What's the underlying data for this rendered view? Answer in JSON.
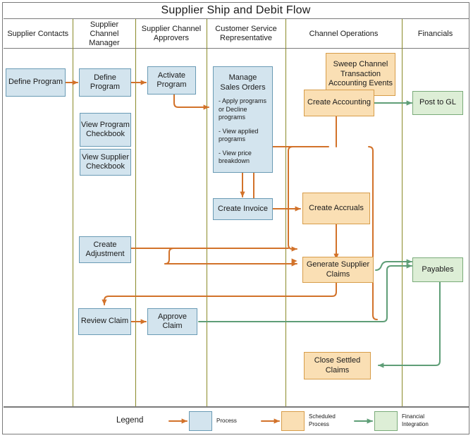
{
  "diagram": {
    "title": "Supplier Ship and Debit Flow",
    "lanes": [
      {
        "id": "supplier-contacts",
        "label": "Supplier Contacts"
      },
      {
        "id": "supplier-channel-manager",
        "label": "Supplier Channel Manager"
      },
      {
        "id": "supplier-channel-approvers",
        "label": "Supplier Channel Approvers"
      },
      {
        "id": "customer-service-representative",
        "label": "Customer Service Representative"
      },
      {
        "id": "channel-operations",
        "label": "Channel Operations"
      },
      {
        "id": "financials",
        "label": "Financials"
      }
    ],
    "nodes": [
      {
        "id": "define-program-contacts",
        "label": "Define Program",
        "type": "process",
        "lane": "supplier-contacts"
      },
      {
        "id": "define-program-manager",
        "label": "Define Program",
        "type": "process",
        "lane": "supplier-channel-manager"
      },
      {
        "id": "view-program-checkbook",
        "label": "View Program Checkbook",
        "type": "process",
        "lane": "supplier-channel-manager"
      },
      {
        "id": "view-supplier-checkbook",
        "label": "View Supplier Checkbook",
        "type": "process",
        "lane": "supplier-channel-manager"
      },
      {
        "id": "create-adjustment",
        "label": "Create Adjustment",
        "type": "process",
        "lane": "supplier-channel-manager"
      },
      {
        "id": "review-claim",
        "label": "Review Claim",
        "type": "process",
        "lane": "supplier-channel-manager"
      },
      {
        "id": "activate-program",
        "label": "Activate Program",
        "type": "process",
        "lane": "supplier-channel-approvers"
      },
      {
        "id": "approve-claim",
        "label": "Approve Claim",
        "type": "process",
        "lane": "supplier-channel-approvers"
      },
      {
        "id": "manage-sales-orders",
        "label": "Manage Sales Orders",
        "type": "process",
        "lane": "customer-service-representative",
        "items": [
          "- Apply programs or Decline programs",
          "- View applied programs",
          "- View price breakdown"
        ]
      },
      {
        "id": "create-invoice",
        "label": "Create Invoice",
        "type": "process",
        "lane": "customer-service-representative"
      },
      {
        "id": "sweep-channel-transaction-accounting-events",
        "label": "Sweep Channel Transaction Accounting Events",
        "type": "scheduled",
        "lane": "channel-operations"
      },
      {
        "id": "create-accounting",
        "label": "Create Accounting",
        "type": "scheduled",
        "lane": "channel-operations"
      },
      {
        "id": "create-accruals",
        "label": "Create Accruals",
        "type": "scheduled",
        "lane": "channel-operations"
      },
      {
        "id": "generate-supplier-claims",
        "label": "Generate Supplier Claims",
        "type": "scheduled",
        "lane": "channel-operations"
      },
      {
        "id": "close-settled-claims",
        "label": "Close Settled Claims",
        "type": "scheduled",
        "lane": "channel-operations"
      },
      {
        "id": "post-to-gl",
        "label": "Post to GL",
        "type": "financial",
        "lane": "financials"
      },
      {
        "id": "payables",
        "label": "Payables",
        "type": "financial",
        "lane": "financials"
      }
    ],
    "legend": {
      "title": "Legend",
      "entries": [
        {
          "id": "process",
          "label": "Process",
          "color": "#d3e4ee",
          "arrow_color": "#d2722a"
        },
        {
          "id": "scheduled-process",
          "label": "Scheduled Process",
          "color": "#fadfb4",
          "arrow_color": "#d2722a"
        },
        {
          "id": "financial-integration",
          "label": "Financial Integration",
          "color": "#ddeed6",
          "arrow_color": "#5f9e77"
        }
      ]
    },
    "colors": {
      "process_fill": "#d3e4ee",
      "process_border": "#6a9bb5",
      "scheduled_fill": "#fadfb4",
      "scheduled_border": "#d79d4a",
      "financial_fill": "#ddeed6",
      "financial_border": "#7aab79",
      "process_flow": "#d2722a",
      "financial_flow": "#5f9e77",
      "lane_divider": "#8a8a28",
      "frame": "#7b7b7b"
    }
  }
}
